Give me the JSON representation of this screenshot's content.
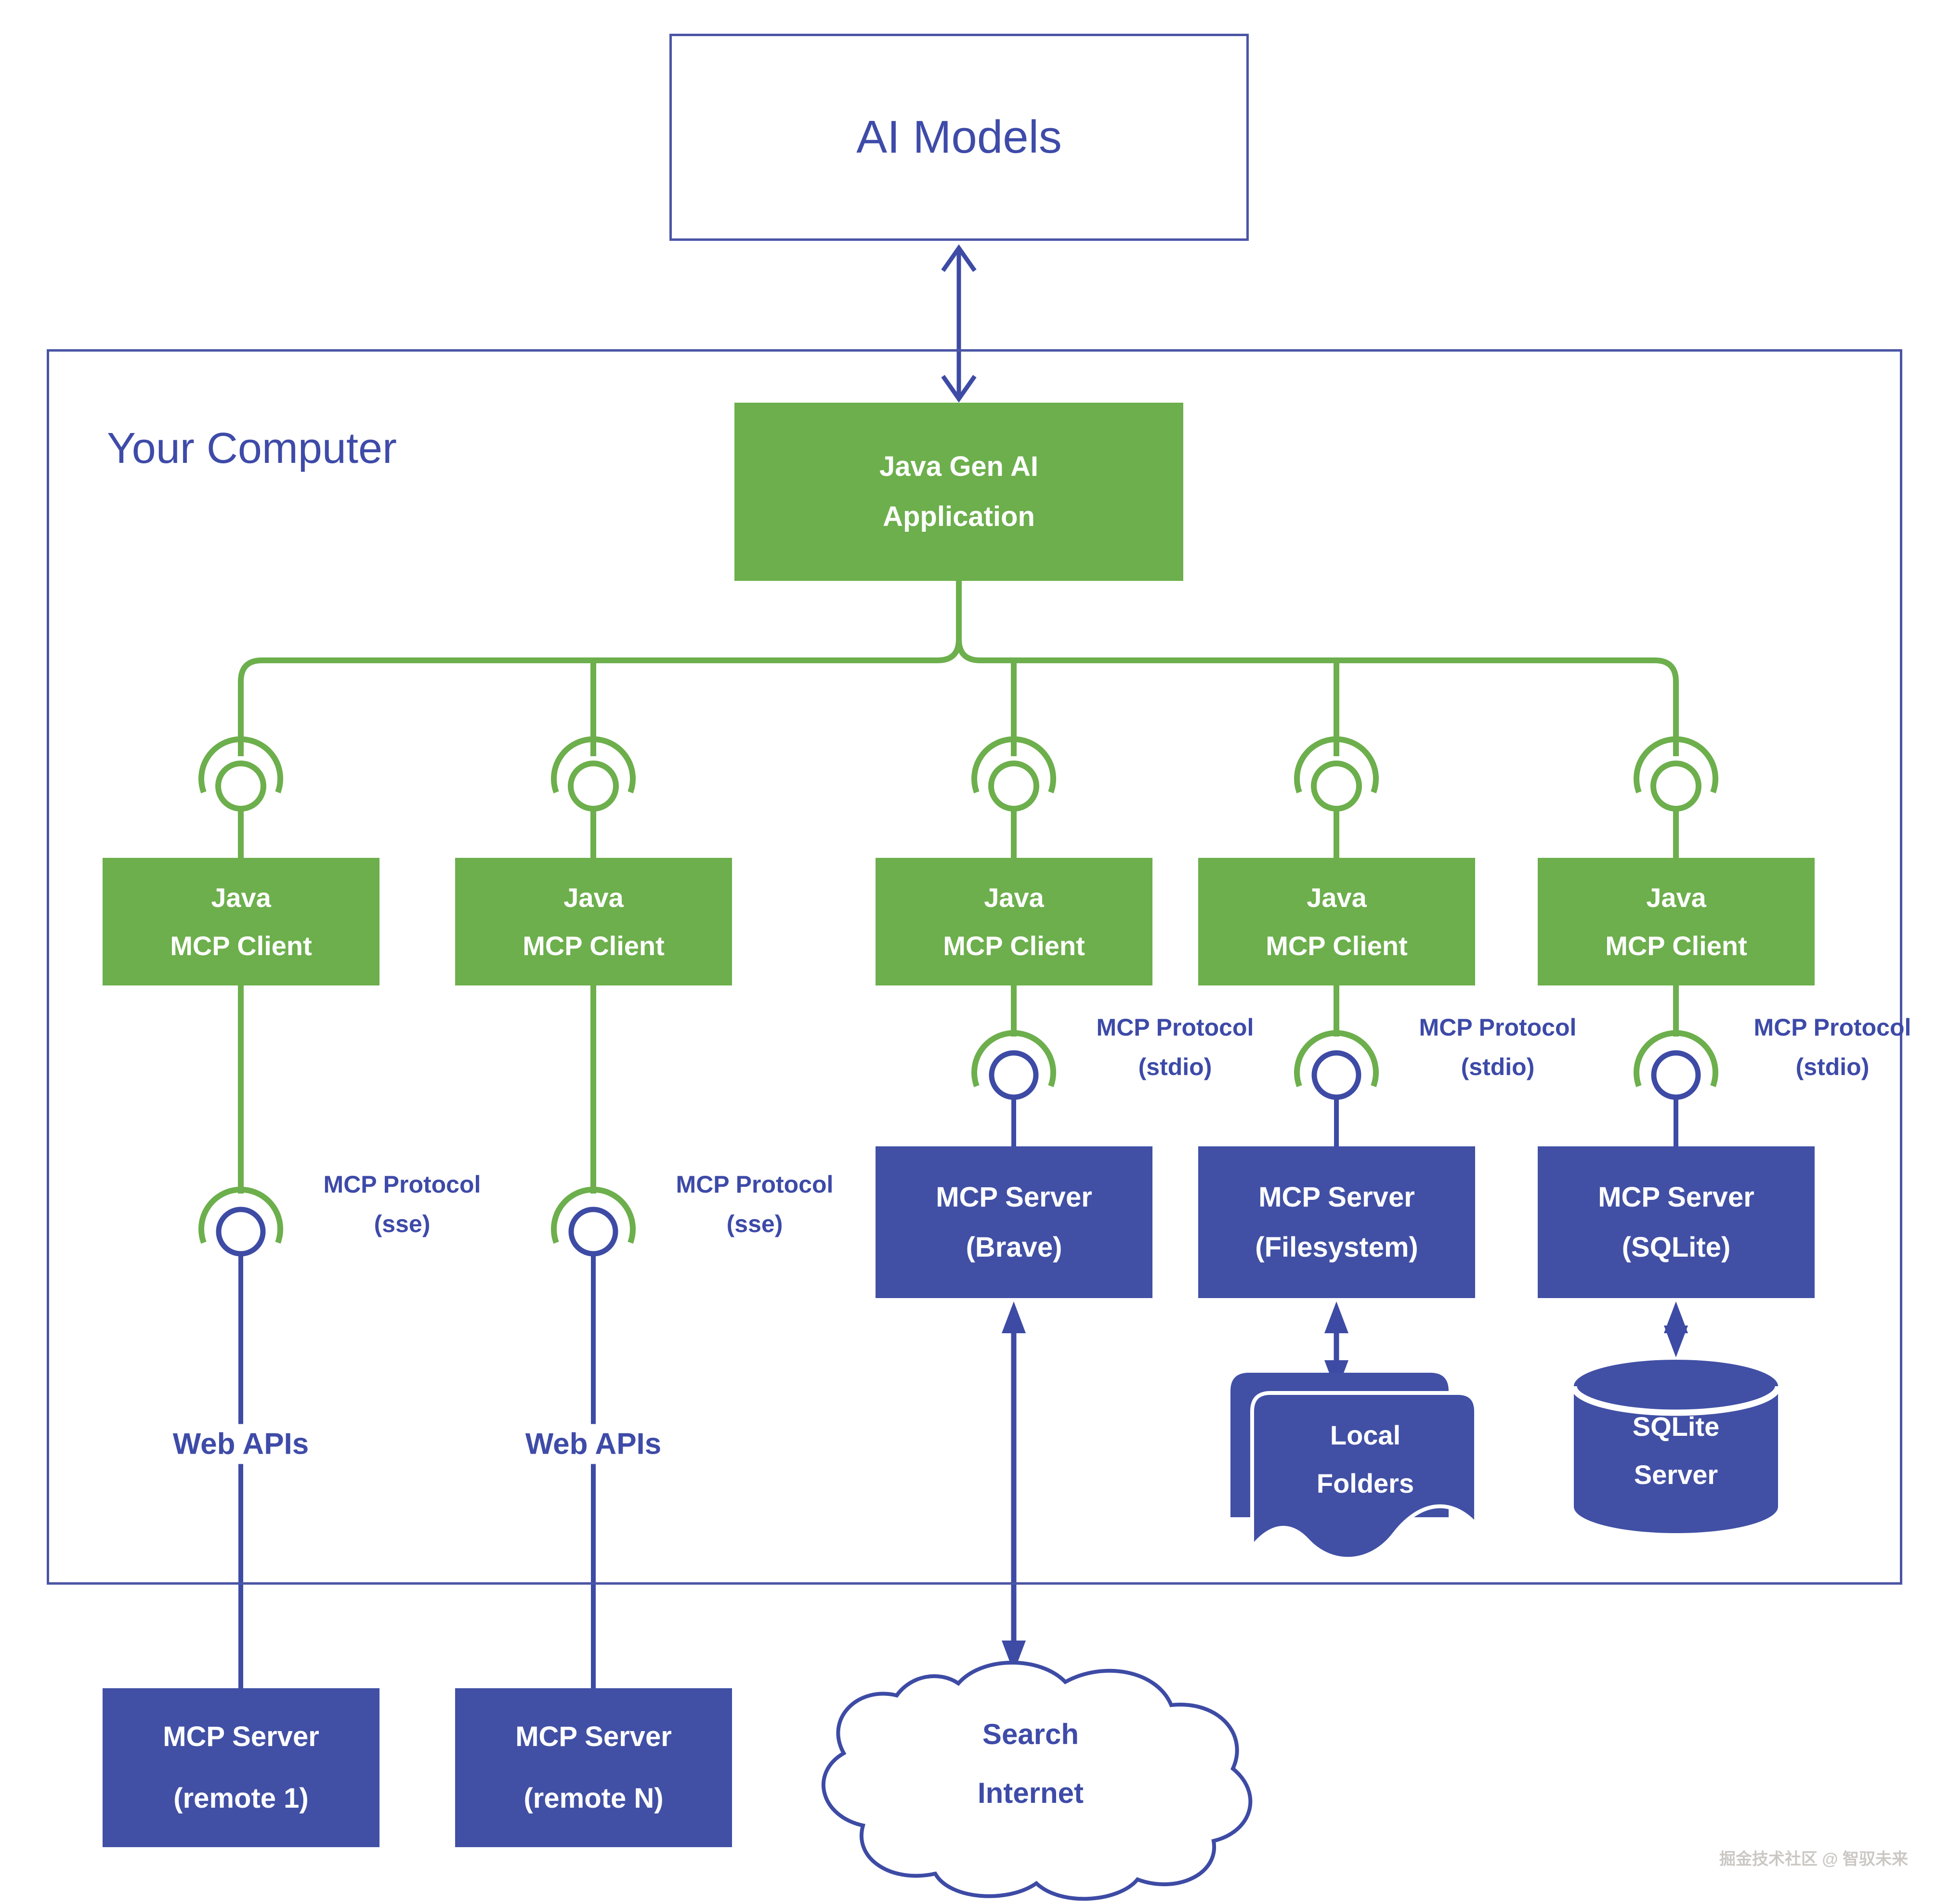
{
  "title": "AI Models",
  "computer_label": "Your Computer",
  "app": {
    "line1": "Java Gen AI",
    "line2": "Application"
  },
  "client": {
    "line1": "Java",
    "line2": "MCP Client"
  },
  "protocol_sse": {
    "line1": "MCP Protocol",
    "line2": "(sse)"
  },
  "protocol_stdio": {
    "line1": "MCP Protocol",
    "line2": "(stdio)"
  },
  "web_apis": "Web APIs",
  "servers": [
    {
      "line1": "MCP Server",
      "line2": "(Brave)"
    },
    {
      "line1": "MCP Server",
      "line2": "(Filesystem)"
    },
    {
      "line1": "MCP Server",
      "line2": "(SQLite)"
    }
  ],
  "local_folders": {
    "line1": "Local",
    "line2": "Folders"
  },
  "sqlite_server": {
    "line1": "SQLite",
    "line2": "Server"
  },
  "remote_servers": [
    {
      "line1": "MCP Server",
      "line2": "(remote 1)"
    },
    {
      "line1": "MCP Server",
      "line2": "(remote N)"
    }
  ],
  "cloud": {
    "line1": "Search",
    "line2": "Internet"
  },
  "watermark": "掘金技术社区 @ 智驭未来",
  "colors": {
    "green": "#6CAF4C",
    "blue": "#4150A5",
    "line_blue": "#3D4BA5"
  }
}
